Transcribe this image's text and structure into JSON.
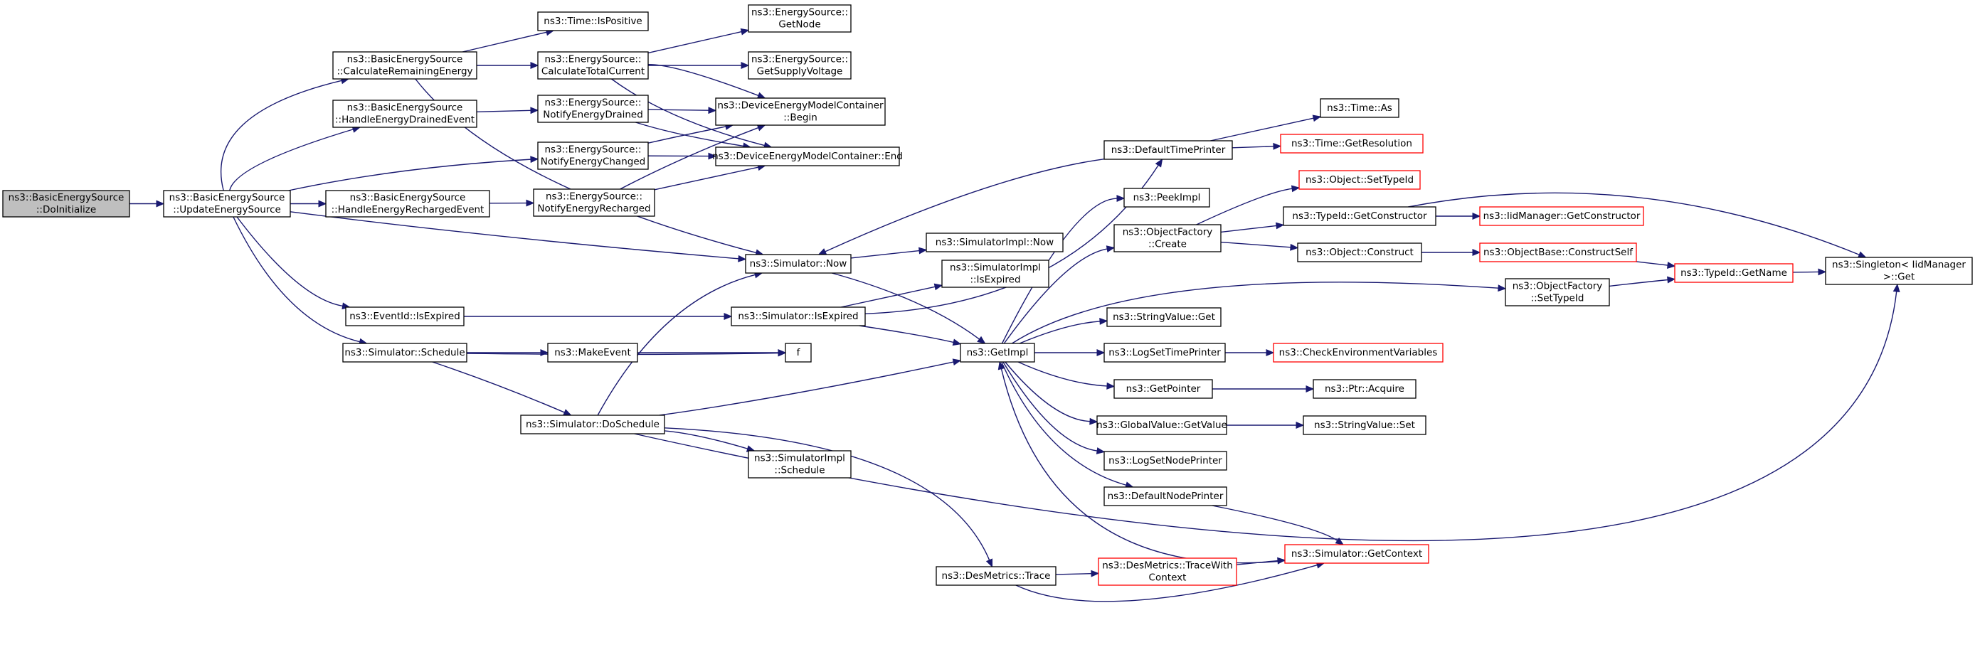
{
  "nodes": [
    {
      "id": "doinit",
      "lines": [
        "ns3::BasicEnergySource",
        "::DoInitialize"
      ],
      "root": true
    },
    {
      "id": "upd",
      "lines": [
        "ns3::BasicEnergySource",
        "::UpdateEnergySource"
      ]
    },
    {
      "id": "calcrem",
      "lines": [
        "ns3::BasicEnergySource",
        "::CalculateRemainingEnergy"
      ]
    },
    {
      "id": "handrain",
      "lines": [
        "ns3::BasicEnergySource",
        "::HandleEnergyDrainedEvent"
      ]
    },
    {
      "id": "handrech",
      "lines": [
        "ns3::BasicEnergySource",
        "::HandleEnergyRechargedEvent"
      ]
    },
    {
      "id": "evexp",
      "lines": [
        "ns3::EventId::IsExpired"
      ]
    },
    {
      "id": "sched",
      "lines": [
        "ns3::Simulator::Schedule"
      ]
    },
    {
      "id": "ispos",
      "lines": [
        "ns3::Time::IsPositive"
      ]
    },
    {
      "id": "calctot",
      "lines": [
        "ns3::EnergySource::",
        "CalculateTotalCurrent"
      ]
    },
    {
      "id": "notdrain",
      "lines": [
        "ns3::EnergySource::",
        "NotifyEnergyDrained"
      ]
    },
    {
      "id": "notchg",
      "lines": [
        "ns3::EnergySource::",
        "NotifyEnergyChanged"
      ]
    },
    {
      "id": "notrech",
      "lines": [
        "ns3::EnergySource::",
        "NotifyEnergyRecharged"
      ]
    },
    {
      "id": "makeev",
      "lines": [
        "ns3::MakeEvent"
      ]
    },
    {
      "id": "dosched",
      "lines": [
        "ns3::Simulator::DoSchedule"
      ]
    },
    {
      "id": "getnode",
      "lines": [
        "ns3::EnergySource::",
        "GetNode"
      ]
    },
    {
      "id": "getsup",
      "lines": [
        "ns3::EnergySource::",
        "GetSupplyVoltage"
      ]
    },
    {
      "id": "dembegin",
      "lines": [
        "ns3::DeviceEnergyModelContainer",
        "::Begin"
      ]
    },
    {
      "id": "demend",
      "lines": [
        "ns3::DeviceEnergyModelContainer::End"
      ]
    },
    {
      "id": "simnow",
      "lines": [
        "ns3::Simulator::Now"
      ]
    },
    {
      "id": "simisexp",
      "lines": [
        "ns3::Simulator::IsExpired"
      ]
    },
    {
      "id": "f",
      "lines": [
        "f"
      ]
    },
    {
      "id": "implsched",
      "lines": [
        "ns3::SimulatorImpl",
        "::Schedule"
      ]
    },
    {
      "id": "implnow",
      "lines": [
        "ns3::SimulatorImpl::Now"
      ]
    },
    {
      "id": "implisexp",
      "lines": [
        "ns3::SimulatorImpl",
        "::IsExpired"
      ]
    },
    {
      "id": "getimpl",
      "lines": [
        "ns3::GetImpl"
      ]
    },
    {
      "id": "destrace",
      "lines": [
        "ns3::DesMetrics::Trace"
      ]
    },
    {
      "id": "deftime",
      "lines": [
        "ns3::DefaultTimePrinter"
      ]
    },
    {
      "id": "peek",
      "lines": [
        "ns3::PeekImpl"
      ]
    },
    {
      "id": "ofcreate",
      "lines": [
        "ns3::ObjectFactory",
        "::Create"
      ]
    },
    {
      "id": "svget",
      "lines": [
        "ns3::StringValue::Get"
      ]
    },
    {
      "id": "logtime",
      "lines": [
        "ns3::LogSetTimePrinter"
      ]
    },
    {
      "id": "getptr",
      "lines": [
        "ns3::GetPointer"
      ]
    },
    {
      "id": "gvget",
      "lines": [
        "ns3::GlobalValue::GetValue"
      ]
    },
    {
      "id": "lognode",
      "lines": [
        "ns3::LogSetNodePrinter"
      ]
    },
    {
      "id": "defnode",
      "lines": [
        "ns3::DefaultNodePrinter"
      ]
    },
    {
      "id": "tracewith",
      "lines": [
        "ns3::DesMetrics::TraceWith",
        "Context"
      ],
      "truncated": true
    },
    {
      "id": "timeas",
      "lines": [
        "ns3::Time::As"
      ]
    },
    {
      "id": "getres",
      "lines": [
        "ns3::Time::GetResolution"
      ],
      "truncated": true
    },
    {
      "id": "objsettid",
      "lines": [
        "ns3::Object::SetTypeId"
      ],
      "truncated": true
    },
    {
      "id": "tidgetctor",
      "lines": [
        "ns3::TypeId::GetConstructor"
      ]
    },
    {
      "id": "objconst",
      "lines": [
        "ns3::Object::Construct"
      ]
    },
    {
      "id": "ofsettid",
      "lines": [
        "ns3::ObjectFactory",
        "::SetTypeId"
      ]
    },
    {
      "id": "checkenv",
      "lines": [
        "ns3::CheckEnvironmentVariables"
      ],
      "truncated": true
    },
    {
      "id": "ptracq",
      "lines": [
        "ns3::Ptr::Acquire"
      ]
    },
    {
      "id": "svset",
      "lines": [
        "ns3::StringValue::Set"
      ]
    },
    {
      "id": "getctx",
      "lines": [
        "ns3::Simulator::GetContext"
      ],
      "truncated": true
    },
    {
      "id": "iidctor",
      "lines": [
        "ns3::IidManager::GetConstructor"
      ],
      "truncated": true
    },
    {
      "id": "obconstself",
      "lines": [
        "ns3::ObjectBase::ConstructSelf"
      ],
      "truncated": true
    },
    {
      "id": "tidname",
      "lines": [
        "ns3::TypeId::GetName"
      ],
      "truncated": true
    },
    {
      "id": "singleton",
      "lines": [
        "ns3::Singleton< IidManager",
        " >::Get"
      ]
    }
  ],
  "edges": [
    [
      "doinit",
      "upd"
    ],
    [
      "upd",
      "calcrem"
    ],
    [
      "upd",
      "handrain"
    ],
    [
      "upd",
      "notchg"
    ],
    [
      "upd",
      "handrech"
    ],
    [
      "upd",
      "simnow"
    ],
    [
      "upd",
      "evexp"
    ],
    [
      "upd",
      "sched"
    ],
    [
      "calcrem",
      "ispos"
    ],
    [
      "calcrem",
      "calctot"
    ],
    [
      "calcrem",
      "simnow"
    ],
    [
      "handrain",
      "notdrain"
    ],
    [
      "handrech",
      "notrech"
    ],
    [
      "evexp",
      "simisexp"
    ],
    [
      "sched",
      "makeev"
    ],
    [
      "sched",
      "f"
    ],
    [
      "sched",
      "dosched"
    ],
    [
      "calctot",
      "getnode"
    ],
    [
      "calctot",
      "getsup"
    ],
    [
      "calctot",
      "dembegin"
    ],
    [
      "calctot",
      "demend"
    ],
    [
      "notdrain",
      "dembegin"
    ],
    [
      "notdrain",
      "demend"
    ],
    [
      "notchg",
      "dembegin"
    ],
    [
      "notchg",
      "demend"
    ],
    [
      "notrech",
      "dembegin"
    ],
    [
      "notrech",
      "demend"
    ],
    [
      "makeev",
      "f"
    ],
    [
      "dosched",
      "simnow"
    ],
    [
      "dosched",
      "getimpl"
    ],
    [
      "dosched",
      "implsched"
    ],
    [
      "dosched",
      "destrace"
    ],
    [
      "dosched",
      "singleton"
    ],
    [
      "simnow",
      "implnow"
    ],
    [
      "simnow",
      "getimpl"
    ],
    [
      "simisexp",
      "implisexp"
    ],
    [
      "simisexp",
      "getimpl"
    ],
    [
      "simisexp",
      "deftime"
    ],
    [
      "deftime",
      "simnow"
    ],
    [
      "deftime",
      "timeas"
    ],
    [
      "deftime",
      "getres"
    ],
    [
      "getimpl",
      "peek"
    ],
    [
      "getimpl",
      "ofcreate"
    ],
    [
      "getimpl",
      "ofsettid"
    ],
    [
      "getimpl",
      "svget"
    ],
    [
      "getimpl",
      "logtime"
    ],
    [
      "getimpl",
      "getptr"
    ],
    [
      "getimpl",
      "gvget"
    ],
    [
      "getimpl",
      "lognode"
    ],
    [
      "getimpl",
      "defnode"
    ],
    [
      "getctx",
      "getimpl"
    ],
    [
      "destrace",
      "tracewith"
    ],
    [
      "destrace",
      "getctx"
    ],
    [
      "tracewith",
      "getctx"
    ],
    [
      "defnode",
      "getctx"
    ],
    [
      "ofcreate",
      "objsettid"
    ],
    [
      "ofcreate",
      "tidgetctor"
    ],
    [
      "ofcreate",
      "objconst"
    ],
    [
      "tidgetctor",
      "iidctor"
    ],
    [
      "tidgetctor",
      "singleton"
    ],
    [
      "objconst",
      "obconstself"
    ],
    [
      "obconstself",
      "tidname"
    ],
    [
      "ofsettid",
      "tidname"
    ],
    [
      "tidname",
      "singleton"
    ],
    [
      "logtime",
      "checkenv"
    ],
    [
      "getptr",
      "ptracq"
    ],
    [
      "gvget",
      "svset"
    ]
  ]
}
